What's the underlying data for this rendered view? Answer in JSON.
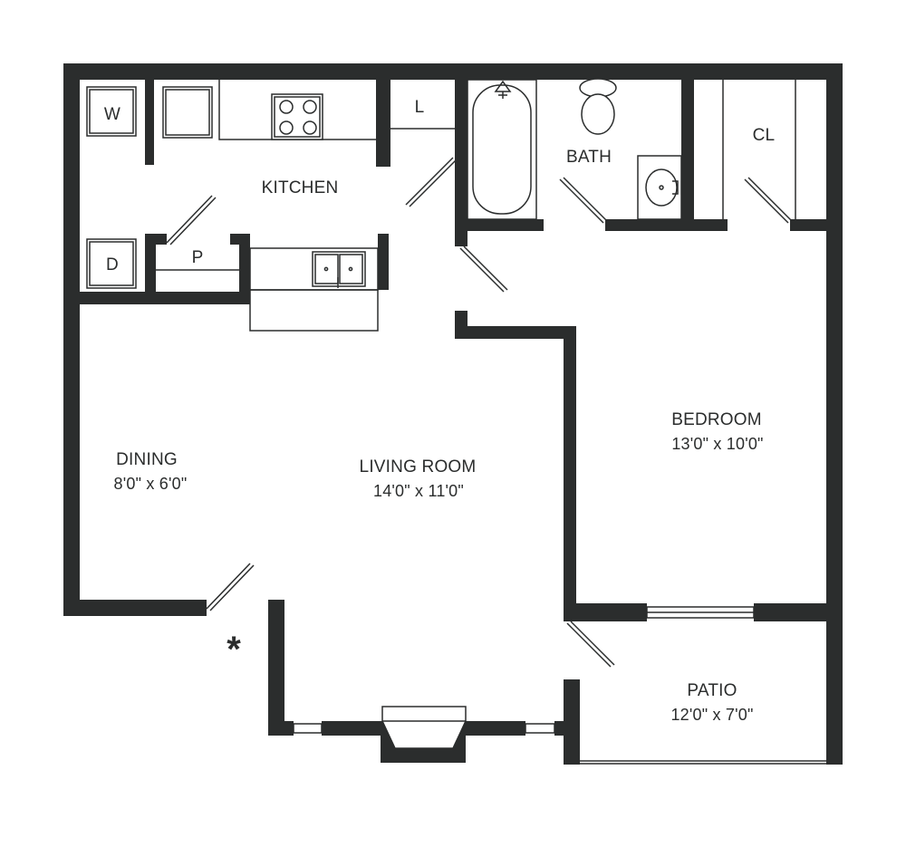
{
  "rooms": {
    "kitchen": {
      "name": "KITCHEN"
    },
    "laundry": {
      "name": "L"
    },
    "bath": {
      "name": "BATH"
    },
    "closet": {
      "name": "CL"
    },
    "washer": {
      "name": "W"
    },
    "dryer": {
      "name": "D"
    },
    "pantry": {
      "name": "P"
    },
    "dining": {
      "name": "DINING",
      "size": "8'0\" x 6'0\""
    },
    "living": {
      "name": "LIVING ROOM",
      "size": "14'0\" x 11'0\""
    },
    "bedroom": {
      "name": "BEDROOM",
      "size": "13'0\" x 10'0\""
    },
    "patio": {
      "name": "PATIO",
      "size": "12'0\" x 7'0\""
    }
  },
  "marker": "*",
  "colors": {
    "wall": "#2b2d2d",
    "background": "#ffffff"
  }
}
